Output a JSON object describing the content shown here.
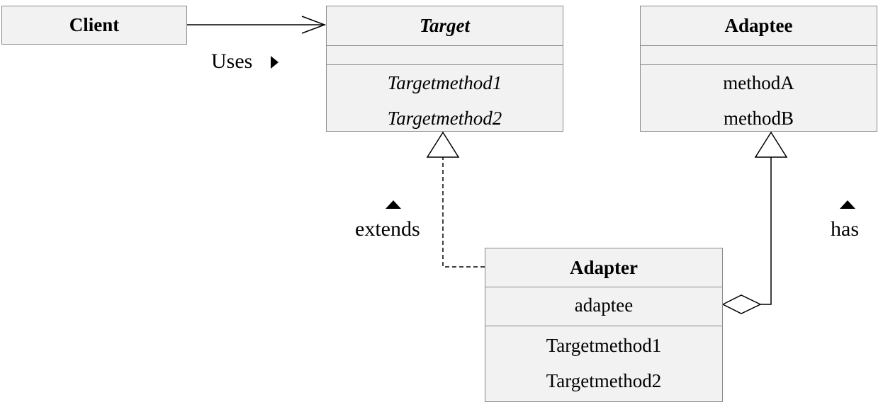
{
  "classes": {
    "client": {
      "name": "Client"
    },
    "target": {
      "name": "Target",
      "methods": [
        "Targetmethod1",
        "Targetmethod2"
      ]
    },
    "adaptee": {
      "name": "Adaptee",
      "methods": [
        "methodA",
        "methodB"
      ]
    },
    "adapter": {
      "name": "Adapter",
      "attributes": [
        "adaptee"
      ],
      "methods": [
        "Targetmethod1",
        "Targetmethod2"
      ]
    }
  },
  "relations": {
    "uses": "Uses",
    "extends": "extends",
    "has": "has"
  },
  "icons": {
    "uses_direction": "triangle-right-icon",
    "extends_direction": "triangle-up-icon",
    "has_direction": "triangle-up-icon"
  }
}
